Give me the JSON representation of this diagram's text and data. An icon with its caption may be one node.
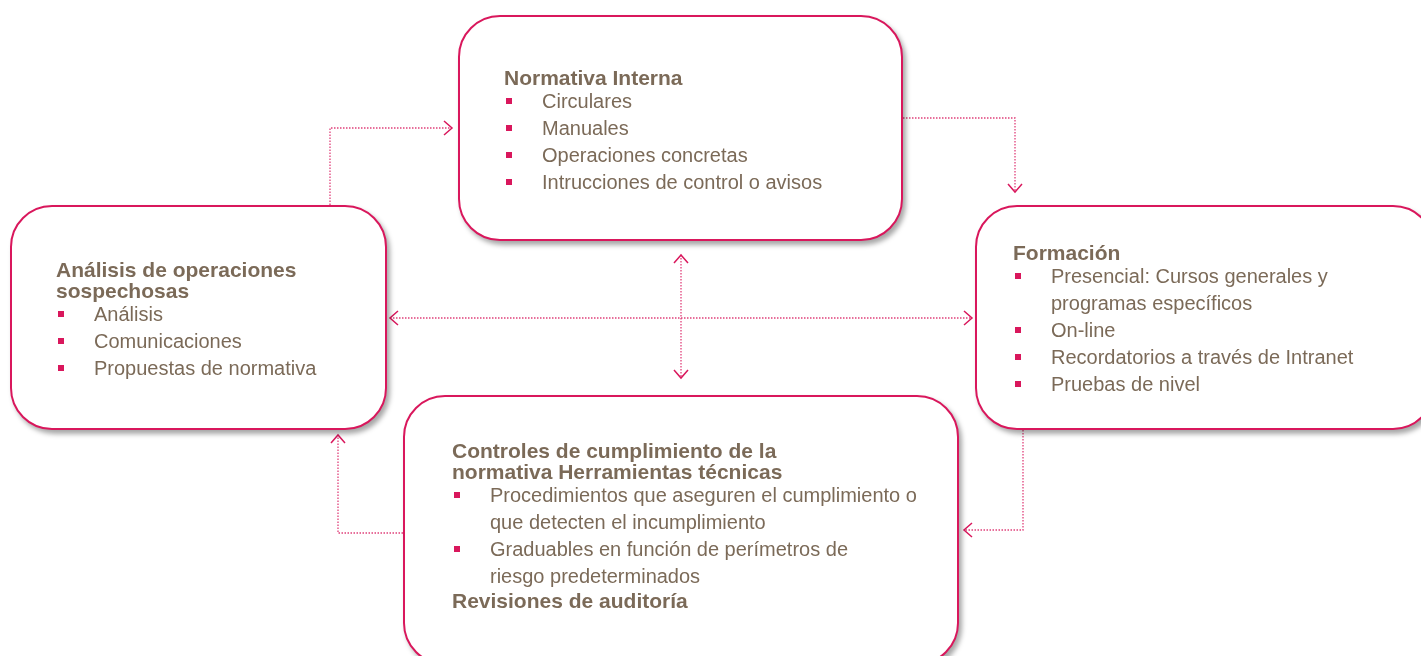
{
  "diagram": {
    "nodes": [
      {
        "text": [
          "Normativa Interna",
          "Circulares",
          "Manuales",
          "Operaciones concretas",
          "Intrucciones de control o avisos"
        ]
      },
      {
        "text": [
          "Formación",
          "Presencial: Cursos generales y programas específicos",
          "On-line",
          "Recordatorios a través de Intranet",
          "Pruebas de nivel"
        ]
      },
      {
        "text": [
          "Controles de cumplimiento de la normativa Herramientas técnicas",
          "Procedimientos que aseguren el cumplimiento o que detecten el incumplimiento",
          "Graduables en función de perímetros de riesgo predeterminados",
          "Revisiones de auditoría"
        ]
      },
      {
        "text": [
          "Análisis de operaciones sospechosas",
          "Análisis",
          "Comunicaciones",
          "Propuestas de normativa"
        ]
      }
    ],
    "edges": [
      {
        "from": 3,
        "to": 0,
        "arrow": "to"
      },
      {
        "from": 0,
        "to": 1,
        "arrow": "to"
      },
      {
        "from": 1,
        "to": 2,
        "arrow": "to"
      },
      {
        "from": 2,
        "to": 3,
        "arrow": "to"
      },
      {
        "from": 0,
        "to": 2,
        "arrow": "both"
      },
      {
        "from": 3,
        "to": 1,
        "arrow": "both"
      }
    ]
  }
}
